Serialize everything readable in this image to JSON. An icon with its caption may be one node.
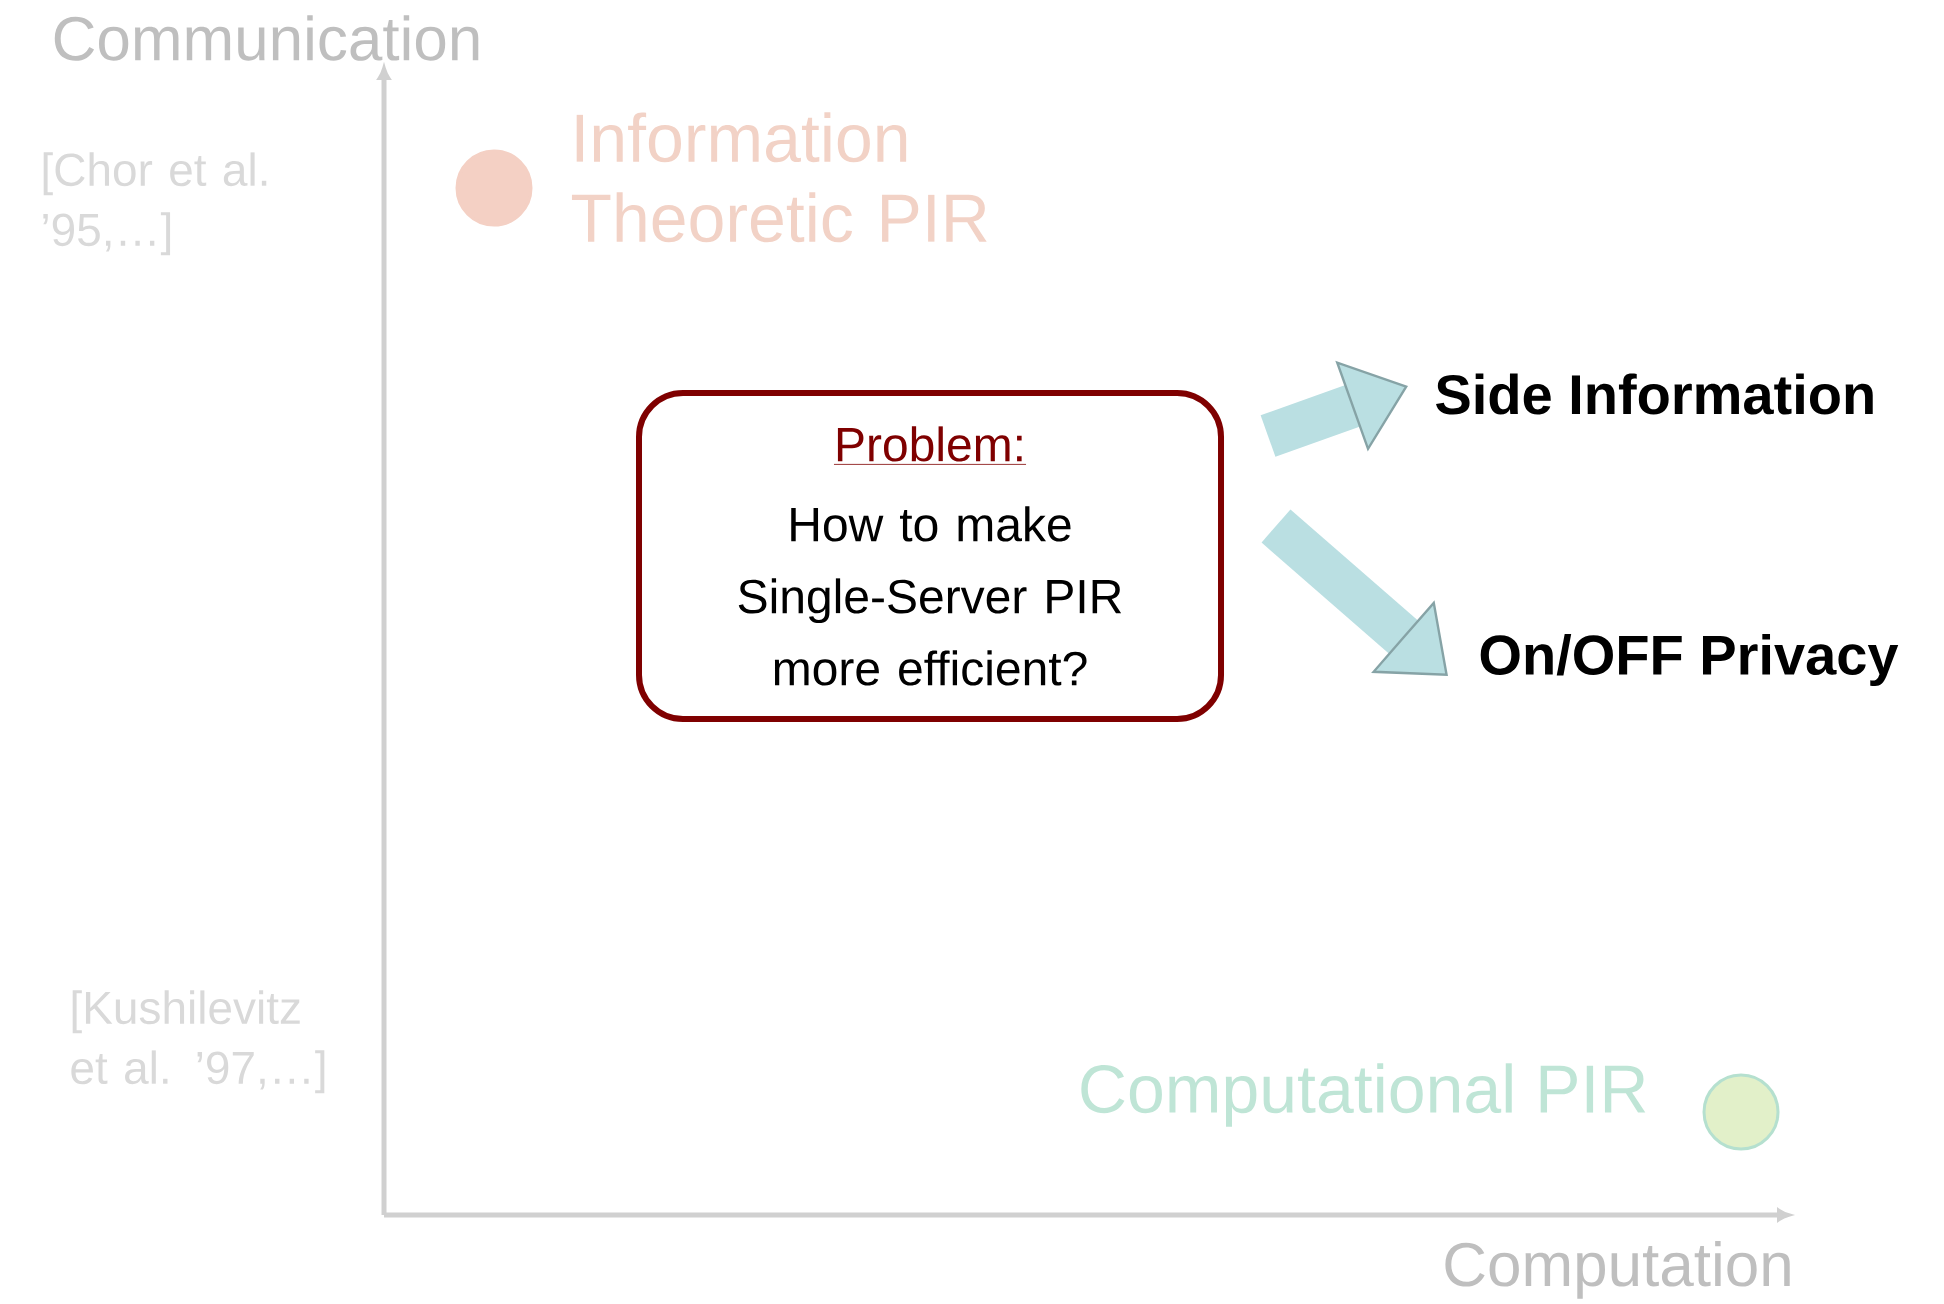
{
  "diagram": {
    "nodes": [
      {
        "text": [],
        "shape": "circle",
        "beside": [
          "Information Theoretic PIR"
        ]
      },
      {
        "text": [
          "Problem:",
          "How to make Single-Server PIR more efficient?"
        ]
      },
      {
        "text": [
          "Side Information"
        ]
      },
      {
        "text": [
          "On/OFF Privacy"
        ]
      },
      {
        "text": [],
        "shape": "circle",
        "beside": [
          "Computational PIR"
        ]
      }
    ],
    "edges": [
      {
        "from": 1,
        "to": 2,
        "arrow": "to"
      },
      {
        "from": 1,
        "to": 3,
        "arrow": "to"
      }
    ],
    "labels": [
      "Communication",
      "[Chor et al. ’95,…]",
      "[Kushilevitz et al. ’97,…]",
      "Computation"
    ]
  }
}
